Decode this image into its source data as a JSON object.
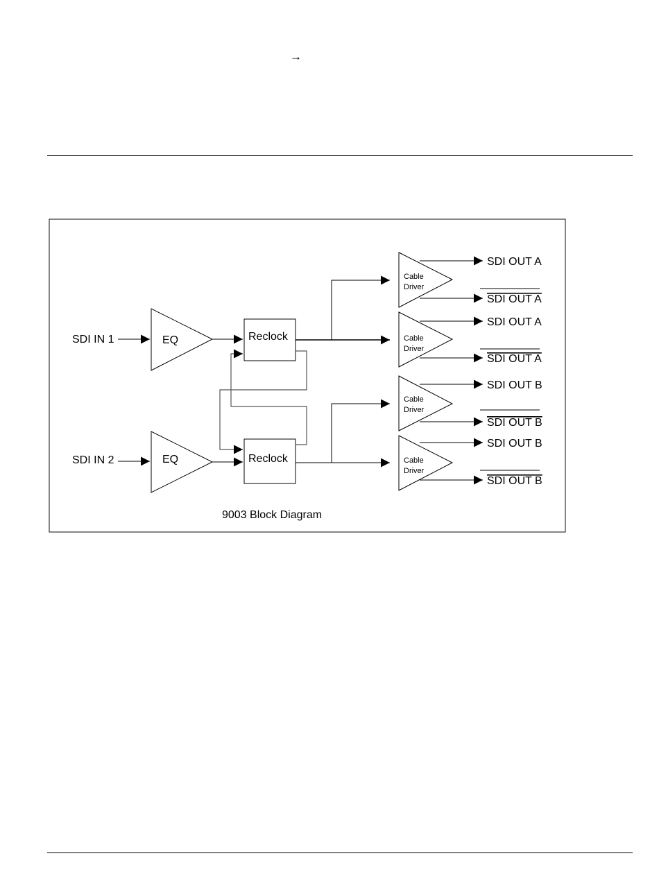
{
  "page": {
    "top_arrow_glyph": "→"
  },
  "diagram": {
    "caption": "9003 Block Diagram",
    "inputs": [
      "SDI IN 1",
      "SDI IN 2"
    ],
    "equalizer_label": "EQ",
    "reclock_label": "Reclock",
    "cable_driver_label": [
      "Cable",
      "Driver"
    ],
    "outputs": [
      {
        "label": "SDI OUT A",
        "overline": false
      },
      {
        "label": "SDI OUT A",
        "overline": true
      },
      {
        "label": "SDI OUT A",
        "overline": false
      },
      {
        "label": "SDI OUT A",
        "overline": true
      },
      {
        "label": "SDI OUT B",
        "overline": false
      },
      {
        "label": "SDI OUT B",
        "overline": true
      },
      {
        "label": "SDI OUT B",
        "overline": false
      },
      {
        "label": "SDI OUT B",
        "overline": true
      }
    ]
  }
}
